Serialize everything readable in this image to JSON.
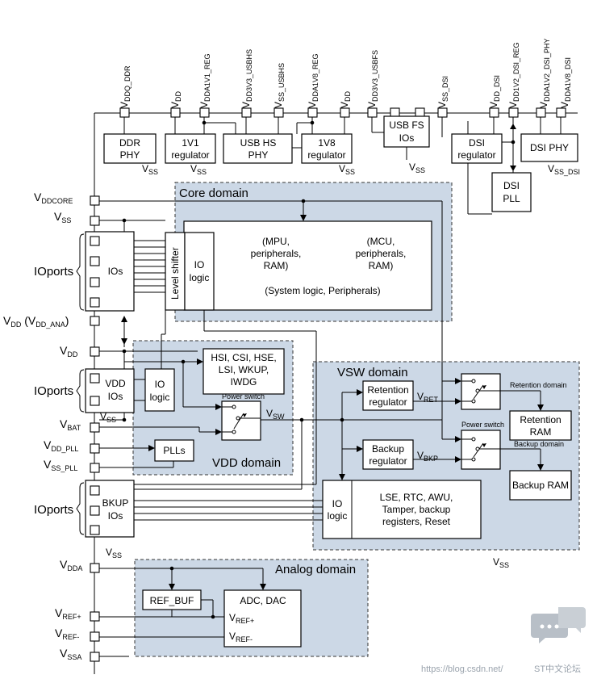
{
  "top_pins": {
    "vddq_ddr": {
      "main": "V",
      "sub": "DDQ_DDR"
    },
    "vdd_1": {
      "main": "V",
      "sub": "DD"
    },
    "vdda1v1_reg": {
      "main": "V",
      "sub": "DDA1V1_REG"
    },
    "vdd3v3_usbhs": {
      "main": "V",
      "sub": "DD3V3_USBHS"
    },
    "vss_usbhs": {
      "main": "V",
      "sub": "SS_USBHS"
    },
    "vdda1v8_reg": {
      "main": "V",
      "sub": "DDA1V8_REG"
    },
    "vdd_2": {
      "main": "V",
      "sub": "DD"
    },
    "vdd3v3_usbfs": {
      "main": "V",
      "sub": "DD3V3_USBFS"
    },
    "vss_dsi": {
      "main": "V",
      "sub": "SS_DSI"
    },
    "vdd_dsi": {
      "main": "V",
      "sub": "DD_DSI"
    },
    "vdd1v2_dsi_reg": {
      "main": "V",
      "sub": "DD1V2_DSI_REG"
    },
    "vdda1v2_dsi_phy": {
      "main": "V",
      "sub": "DDA1V2_DSI_PHY"
    },
    "vdda1v8_dsi": {
      "main": "V",
      "sub": "DDA1V8_DSI"
    }
  },
  "top_blocks": {
    "ddr_phy": [
      "DDR",
      "PHY"
    ],
    "reg_1v1": [
      "1V1",
      "regulator"
    ],
    "usb_hs_phy": [
      "USB HS",
      "PHY"
    ],
    "reg_1v8": [
      "1V8",
      "regulator"
    ],
    "usb_fs_ios": [
      "USB FS",
      "IOs"
    ],
    "dsi_regulator": [
      "DSI",
      "regulator"
    ],
    "dsi_phy": "DSI PHY",
    "dsi_pll": [
      "DSI",
      "PLL"
    ]
  },
  "vss_labels": {
    "vss_main": {
      "main": "V",
      "sub": "SS"
    },
    "vss_dsi_phy": {
      "main": "V",
      "sub": "SS_DSI"
    }
  },
  "left_pins": {
    "vddcore": {
      "main": "V",
      "sub": "DDCORE"
    },
    "vss": {
      "main": "V",
      "sub": "SS"
    },
    "vdd_vdd_ana": {
      "main": "V",
      "sub": "DD",
      "paren_main": " (V",
      "paren_sub": "DD_ANA",
      "close": ")"
    },
    "vdd": {
      "main": "V",
      "sub": "DD"
    },
    "vbat": {
      "main": "V",
      "sub": "BAT"
    },
    "vss_2": {
      "main": "V",
      "sub": "SS"
    },
    "vdd_pll": {
      "main": "V",
      "sub": "DD_PLL"
    },
    "vss_pll": {
      "main": "V",
      "sub": "SS_PLL"
    },
    "vss_3": {
      "main": "V",
      "sub": "SS"
    },
    "vdda": {
      "main": "V",
      "sub": "DDA"
    },
    "vref_plus": {
      "main": "V",
      "sub": "REF+"
    },
    "vref_minus": {
      "main": "V",
      "sub": "REF-"
    },
    "vssa": {
      "main": "V",
      "sub": "SSA"
    }
  },
  "ioports_label": "IOports",
  "core_domain": {
    "title": "Core domain",
    "ios": "IOs",
    "level_shifter": "Level shifter",
    "io_logic": [
      "IO",
      "logic"
    ],
    "mpu": [
      "(MPU,",
      "peripherals,",
      "RAM)"
    ],
    "mcu": [
      "(MCU,",
      "peripherals,",
      "RAM)"
    ],
    "system_logic": "(System logic, Peripherals)"
  },
  "vdd_domain": {
    "title": "VDD domain",
    "vdd_ios": [
      "VDD",
      "IOs"
    ],
    "io_logic": [
      "IO",
      "logic"
    ],
    "clocks": [
      "HSI, CSI, HSE,",
      "LSI, WKUP,",
      "IWDG"
    ],
    "power_switch": "Power switch",
    "vsw": {
      "main": "V",
      "sub": "SW"
    },
    "plls": "PLLs"
  },
  "vsw_domain": {
    "title": "VSW domain",
    "retention_regulator": [
      "Retention",
      "regulator"
    ],
    "vret": {
      "main": "V",
      "sub": "RET"
    },
    "backup_regulator": [
      "Backup",
      "regulator"
    ],
    "vbkp": {
      "main": "V",
      "sub": "BKP"
    },
    "power_switch": "Power switch",
    "retention_domain": "Retention domain",
    "retention_ram": [
      "Retention",
      "RAM"
    ],
    "backup_domain": "Backup domain",
    "backup_ram": "Backup RAM",
    "io_logic": [
      "IO",
      "logic"
    ],
    "lse_block": [
      "LSE, RTC, AWU,",
      "Tamper, backup",
      "registers, Reset"
    ],
    "vss": {
      "main": "V",
      "sub": "SS"
    }
  },
  "bkup_ios": [
    "BKUP",
    "IOs"
  ],
  "analog_domain": {
    "title": "Analog domain",
    "ref_buf": "REF_BUF",
    "adc_dac": "ADC, DAC",
    "vref_plus": {
      "main": "V",
      "sub": "REF+"
    },
    "vref_minus": {
      "main": "V",
      "sub": "REF-"
    }
  },
  "watermark": {
    "url": "https://blog.csdn.net/",
    "brand": "ST中文论坛"
  }
}
